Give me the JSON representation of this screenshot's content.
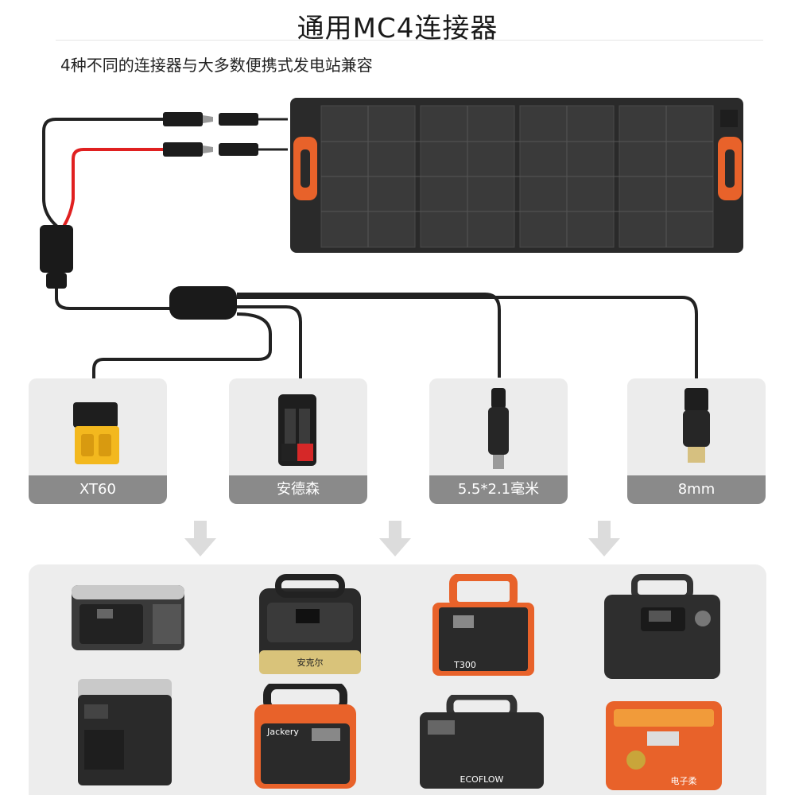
{
  "header": {
    "title": "通用MC4连接器",
    "subtitle": "4种不同的连接器与大多数便携式发电站兼容"
  },
  "connectors": [
    {
      "label": "XT60",
      "icon": "xt60-connector-icon"
    },
    {
      "label": "安德森",
      "icon": "anderson-connector-icon"
    },
    {
      "label": "5.5*2.1毫米",
      "icon": "dc5521-connector-icon"
    },
    {
      "label": "8mm",
      "icon": "dc8mm-connector-icon"
    }
  ],
  "devices": {
    "anker_label": "安克尔",
    "bluetti_model": "T300",
    "jackery_brand": "Jackery",
    "ecoflow_brand": "ECOFLOW",
    "orange_brand": "电子柔"
  },
  "colors": {
    "panel": "#2b2b2b",
    "handle": "#e8622a",
    "cable_red": "#e02020",
    "card_bg": "#ececec",
    "card_label_bg": "#8a8a8a"
  }
}
